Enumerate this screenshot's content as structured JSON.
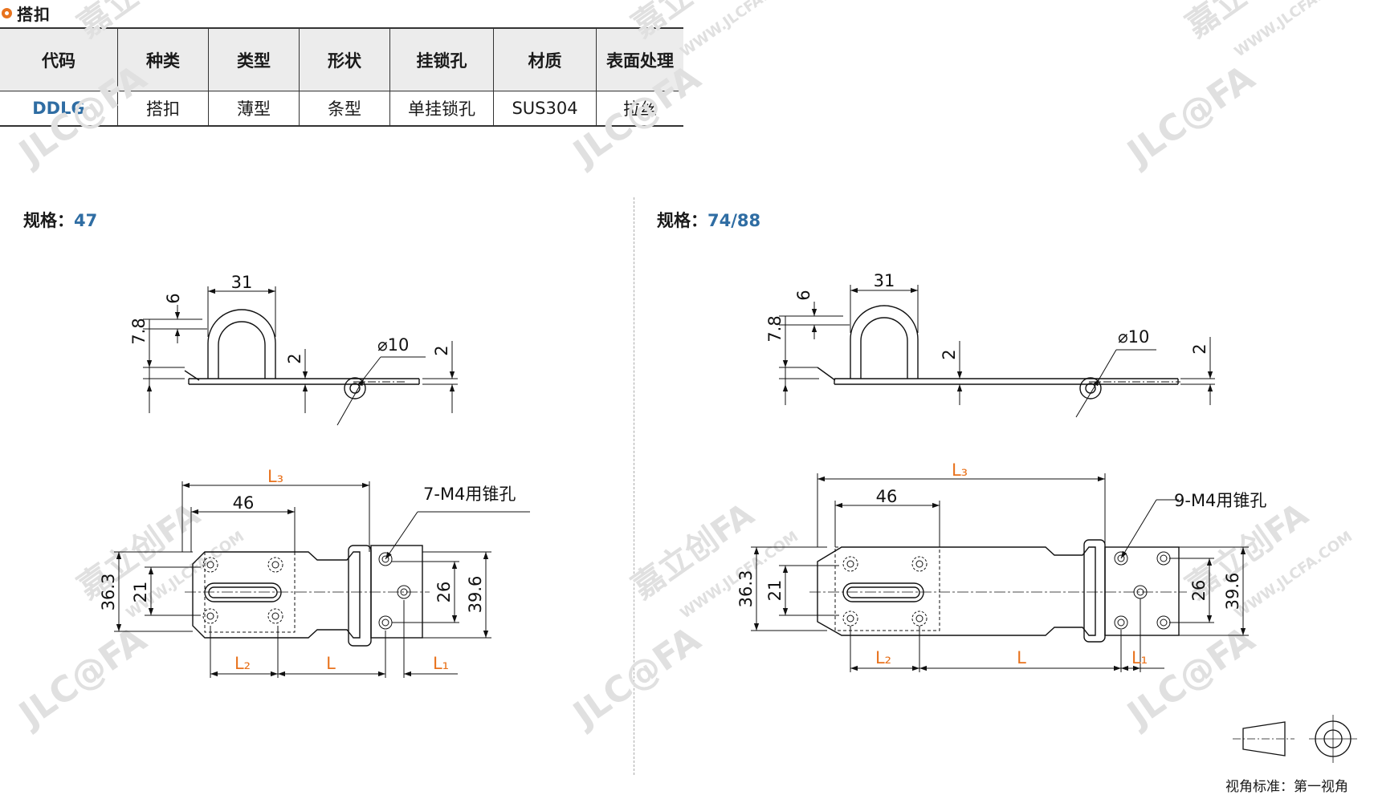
{
  "section": {
    "title": "搭扣"
  },
  "table": {
    "headers": [
      "代码",
      "种类",
      "类型",
      "形状",
      "挂锁孔",
      "材质",
      "表面处理"
    ],
    "row": [
      "DDLG",
      "搭扣",
      "薄型",
      "条型",
      "单挂锁孔",
      "SUS304",
      "拉丝"
    ]
  },
  "spec_left": {
    "label": "规格：",
    "value": "47"
  },
  "spec_right": {
    "label": "规格：",
    "value": "74/88"
  },
  "dims": {
    "w31": "31",
    "h6": "6",
    "h78": "7.8",
    "h2": "2",
    "hole": "⌀10",
    "w46": "46",
    "h363": "36.3",
    "h21": "21",
    "h26": "26",
    "h396": "39.6",
    "L": "L",
    "L1": "L₁",
    "L2": "L₂",
    "L3": "L₃"
  },
  "left_note": "7-M4用锥孔",
  "right_note": "9-M4用锥孔",
  "watermark": {
    "brand": "JLC@FA",
    "cn": "嘉立创FA",
    "url": "WWW.JLCFA.COM"
  },
  "projection": {
    "label": "视角标准：第一视角"
  },
  "colors": {
    "accent": "#e8731e",
    "code_blue": "#2f6da3"
  }
}
